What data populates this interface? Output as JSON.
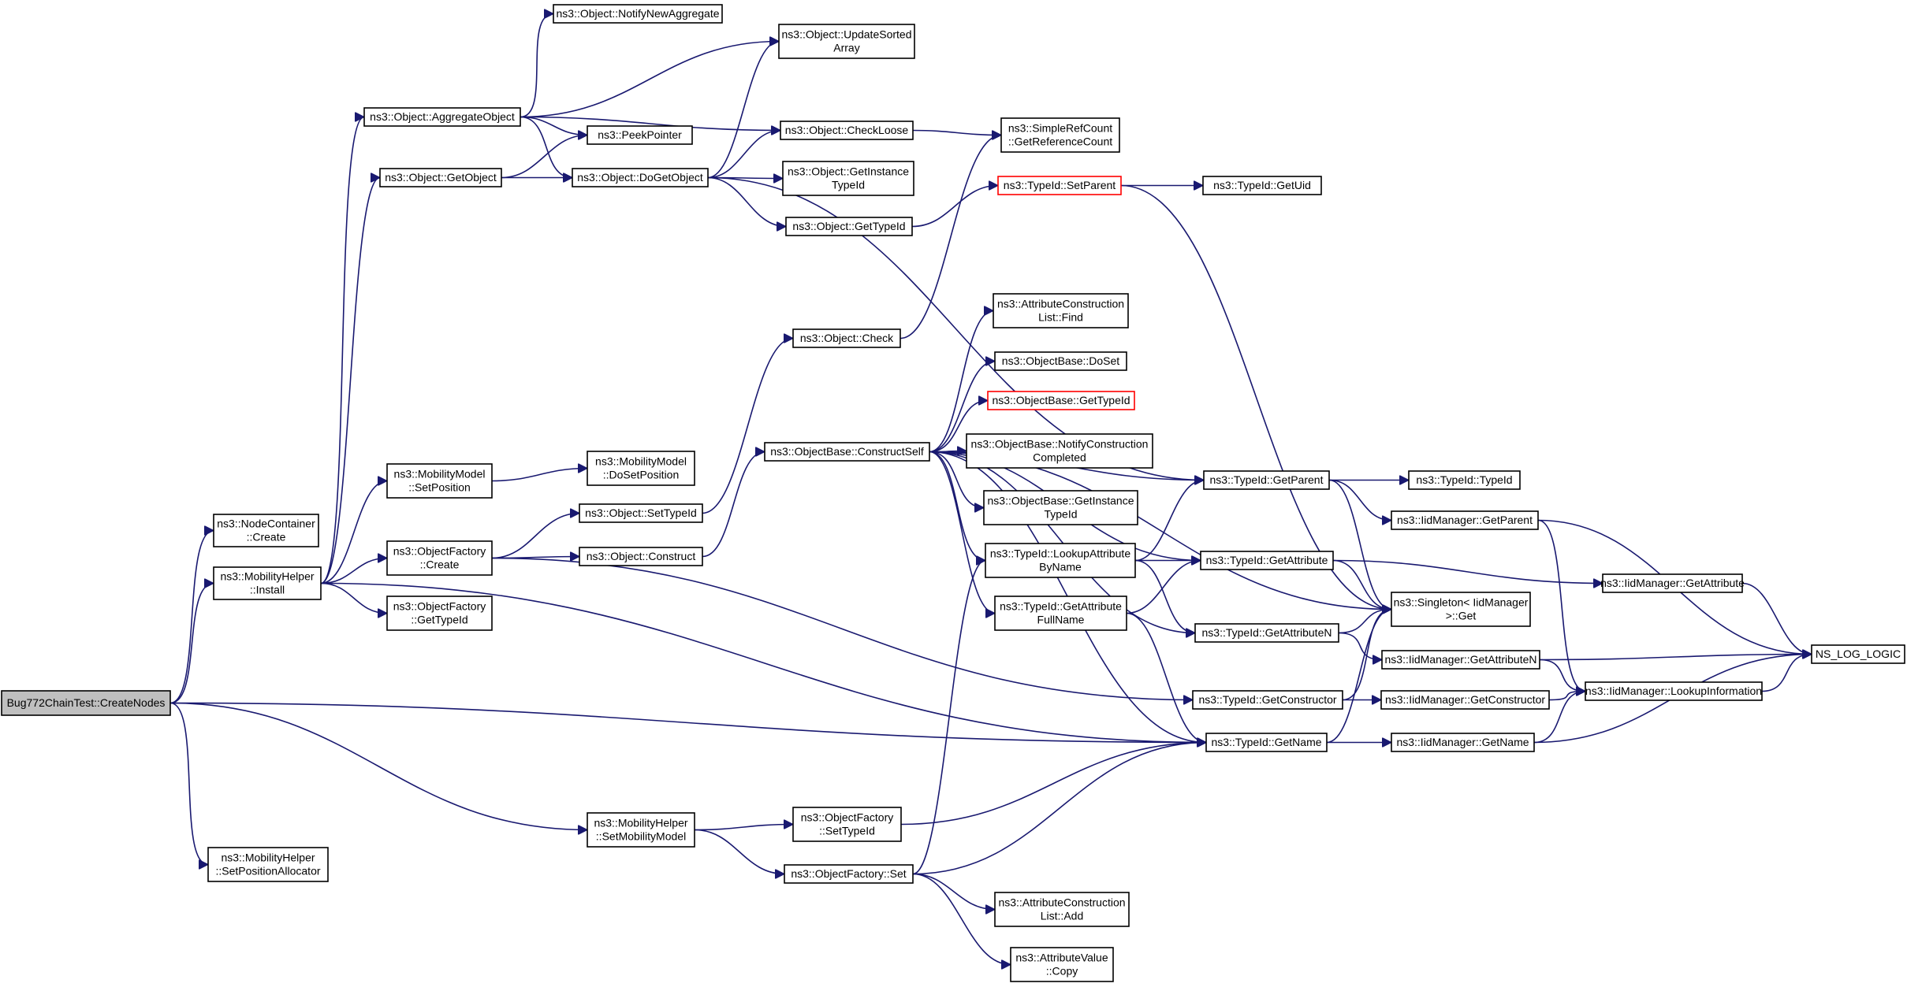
{
  "diagram": {
    "type": "call-graph",
    "root": "n0",
    "nodes": [
      {
        "id": "n0",
        "lines": [
          "Bug772ChainTest::CreateNodes"
        ],
        "style": "root"
      },
      {
        "id": "n1",
        "lines": [
          "ns3::NodeContainer",
          "::Create"
        ]
      },
      {
        "id": "n2",
        "lines": [
          "ns3::MobilityHelper",
          "::Install"
        ]
      },
      {
        "id": "n3",
        "lines": [
          "ns3::MobilityHelper",
          "::SetMobilityModel"
        ]
      },
      {
        "id": "n4",
        "lines": [
          "ns3::MobilityHelper",
          "::SetPositionAllocator"
        ]
      },
      {
        "id": "n5",
        "lines": [
          "ns3::Object::AggregateObject"
        ]
      },
      {
        "id": "n6",
        "lines": [
          "ns3::Object::GetObject"
        ]
      },
      {
        "id": "n7",
        "lines": [
          "ns3::MobilityModel",
          "::SetPosition"
        ]
      },
      {
        "id": "n8",
        "lines": [
          "ns3::ObjectFactory",
          "::Create"
        ]
      },
      {
        "id": "n9",
        "lines": [
          "ns3::ObjectFactory",
          "::GetTypeId"
        ]
      },
      {
        "id": "n10",
        "lines": [
          "ns3::Object::NotifyNewAggregate"
        ]
      },
      {
        "id": "n11",
        "lines": [
          "ns3::PeekPointer"
        ]
      },
      {
        "id": "n12",
        "lines": [
          "ns3::Object::DoGetObject"
        ]
      },
      {
        "id": "n13",
        "lines": [
          "ns3::MobilityModel",
          "::DoSetPosition"
        ]
      },
      {
        "id": "n14",
        "lines": [
          "ns3::Object::SetTypeId"
        ]
      },
      {
        "id": "n15",
        "lines": [
          "ns3::Object::Construct"
        ]
      },
      {
        "id": "n16",
        "lines": [
          "ns3::ObjectFactory",
          "::SetTypeId"
        ]
      },
      {
        "id": "n17",
        "lines": [
          "ns3::ObjectFactory::Set"
        ]
      },
      {
        "id": "n18",
        "lines": [
          "ns3::Object::UpdateSorted",
          "Array"
        ]
      },
      {
        "id": "n19",
        "lines": [
          "ns3::Object::CheckLoose"
        ]
      },
      {
        "id": "n20",
        "lines": [
          "ns3::Object::GetInstance",
          "TypeId"
        ]
      },
      {
        "id": "n21",
        "lines": [
          "ns3::Object::GetTypeId"
        ]
      },
      {
        "id": "n22",
        "lines": [
          "ns3::Object::Check"
        ]
      },
      {
        "id": "n23",
        "lines": [
          "ns3::ObjectBase::ConstructSelf"
        ]
      },
      {
        "id": "n24",
        "lines": [
          "ns3::SimpleRefCount",
          "::GetReferenceCount"
        ]
      },
      {
        "id": "n25",
        "lines": [
          "ns3::TypeId::SetParent"
        ],
        "style": "red"
      },
      {
        "id": "n26",
        "lines": [
          "ns3::AttributeConstruction",
          "List::Find"
        ]
      },
      {
        "id": "n27",
        "lines": [
          "ns3::ObjectBase::DoSet"
        ]
      },
      {
        "id": "n28",
        "lines": [
          "ns3::ObjectBase::GetTypeId"
        ],
        "style": "red"
      },
      {
        "id": "n29",
        "lines": [
          "ns3::ObjectBase::NotifyConstruction",
          "Completed"
        ]
      },
      {
        "id": "n30",
        "lines": [
          "ns3::ObjectBase::GetInstance",
          "TypeId"
        ]
      },
      {
        "id": "n31",
        "lines": [
          "ns3::TypeId::LookupAttribute",
          "ByName"
        ]
      },
      {
        "id": "n32",
        "lines": [
          "ns3::TypeId::GetAttribute",
          "FullName"
        ]
      },
      {
        "id": "n33",
        "lines": [
          "ns3::AttributeConstruction",
          "List::Add"
        ]
      },
      {
        "id": "n34",
        "lines": [
          "ns3::AttributeValue",
          "::Copy"
        ]
      },
      {
        "id": "n35",
        "lines": [
          "ns3::TypeId::GetUid"
        ]
      },
      {
        "id": "n36",
        "lines": [
          "ns3::TypeId::GetParent"
        ]
      },
      {
        "id": "n37",
        "lines": [
          "ns3::TypeId::GetAttribute"
        ]
      },
      {
        "id": "n38",
        "lines": [
          "ns3::TypeId::GetAttributeN"
        ]
      },
      {
        "id": "n39",
        "lines": [
          "ns3::TypeId::GetConstructor"
        ]
      },
      {
        "id": "n40",
        "lines": [
          "ns3::TypeId::GetName"
        ]
      },
      {
        "id": "n41",
        "lines": [
          "ns3::TypeId::TypeId"
        ]
      },
      {
        "id": "n42",
        "lines": [
          "ns3::IidManager::GetParent"
        ]
      },
      {
        "id": "n43",
        "lines": [
          "ns3::Singleton< IidManager",
          " >::Get"
        ]
      },
      {
        "id": "n44",
        "lines": [
          "ns3::IidManager::GetAttributeN"
        ]
      },
      {
        "id": "n45",
        "lines": [
          "ns3::IidManager::GetConstructor"
        ]
      },
      {
        "id": "n46",
        "lines": [
          "ns3::IidManager::GetName"
        ]
      },
      {
        "id": "n47",
        "lines": [
          "ns3::IidManager::GetAttribute"
        ]
      },
      {
        "id": "n48",
        "lines": [
          "ns3::IidManager::LookupInformation"
        ]
      },
      {
        "id": "n49",
        "lines": [
          "NS_LOG_LOGIC"
        ]
      }
    ],
    "edges": [
      [
        "n0",
        "n1"
      ],
      [
        "n0",
        "n2"
      ],
      [
        "n0",
        "n3"
      ],
      [
        "n0",
        "n4"
      ],
      [
        "n0",
        "n40"
      ],
      [
        "n2",
        "n5"
      ],
      [
        "n2",
        "n6"
      ],
      [
        "n2",
        "n7"
      ],
      [
        "n2",
        "n8"
      ],
      [
        "n2",
        "n9"
      ],
      [
        "n2",
        "n40"
      ],
      [
        "n5",
        "n10"
      ],
      [
        "n5",
        "n18"
      ],
      [
        "n5",
        "n11"
      ],
      [
        "n5",
        "n19"
      ],
      [
        "n5",
        "n12"
      ],
      [
        "n6",
        "n11"
      ],
      [
        "n6",
        "n12"
      ],
      [
        "n12",
        "n18"
      ],
      [
        "n12",
        "n36"
      ],
      [
        "n12",
        "n19"
      ],
      [
        "n12",
        "n20"
      ],
      [
        "n12",
        "n21"
      ],
      [
        "n19",
        "n24"
      ],
      [
        "n21",
        "n25"
      ],
      [
        "n25",
        "n35"
      ],
      [
        "n25",
        "n43"
      ],
      [
        "n7",
        "n13"
      ],
      [
        "n8",
        "n14"
      ],
      [
        "n8",
        "n15"
      ],
      [
        "n8",
        "n39"
      ],
      [
        "n14",
        "n22"
      ],
      [
        "n22",
        "n24"
      ],
      [
        "n15",
        "n23"
      ],
      [
        "n23",
        "n26"
      ],
      [
        "n23",
        "n27"
      ],
      [
        "n23",
        "n28"
      ],
      [
        "n23",
        "n29"
      ],
      [
        "n23",
        "n30"
      ],
      [
        "n23",
        "n31"
      ],
      [
        "n23",
        "n32"
      ],
      [
        "n23",
        "n36"
      ],
      [
        "n23",
        "n37"
      ],
      [
        "n23",
        "n38"
      ],
      [
        "n23",
        "n40"
      ],
      [
        "n23",
        "n43"
      ],
      [
        "n3",
        "n16"
      ],
      [
        "n3",
        "n17"
      ],
      [
        "n16",
        "n40"
      ],
      [
        "n17",
        "n33"
      ],
      [
        "n17",
        "n34"
      ],
      [
        "n17",
        "n31"
      ],
      [
        "n17",
        "n40"
      ],
      [
        "n31",
        "n36"
      ],
      [
        "n31",
        "n37"
      ],
      [
        "n31",
        "n38"
      ],
      [
        "n32",
        "n37"
      ],
      [
        "n32",
        "n40"
      ],
      [
        "n36",
        "n41"
      ],
      [
        "n36",
        "n42"
      ],
      [
        "n36",
        "n43"
      ],
      [
        "n37",
        "n47"
      ],
      [
        "n37",
        "n43"
      ],
      [
        "n38",
        "n43"
      ],
      [
        "n38",
        "n44"
      ],
      [
        "n39",
        "n45"
      ],
      [
        "n39",
        "n43"
      ],
      [
        "n40",
        "n46"
      ],
      [
        "n40",
        "n43"
      ],
      [
        "n42",
        "n49"
      ],
      [
        "n42",
        "n48"
      ],
      [
        "n44",
        "n49"
      ],
      [
        "n44",
        "n48"
      ],
      [
        "n45",
        "n48"
      ],
      [
        "n46",
        "n48"
      ],
      [
        "n46",
        "n49"
      ],
      [
        "n47",
        "n49"
      ],
      [
        "n48",
        "n49"
      ]
    ]
  }
}
